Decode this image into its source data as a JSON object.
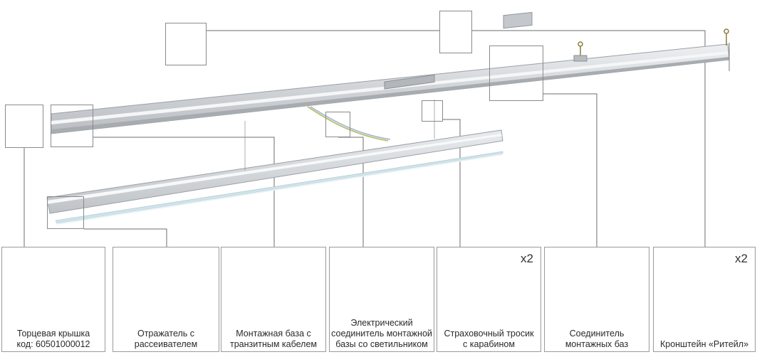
{
  "diagram": {
    "components": [
      {
        "id": "end-cap",
        "label_line1": "Торцевая крышка",
        "label_line2": "код: 60501000012",
        "qty": ""
      },
      {
        "id": "reflector",
        "label_line1": "Отражатель с",
        "label_line2": "рассеивателем",
        "qty": ""
      },
      {
        "id": "mounting-base",
        "label_line1": "Монтажная база с",
        "label_line2": "транзитным кабелем",
        "qty": ""
      },
      {
        "id": "electric-connector",
        "label_line1": "Электрический",
        "label_line2": "соединитель монтажной",
        "label_line3": "базы со светильником",
        "qty": ""
      },
      {
        "id": "safety-cable",
        "label_line1": "Страховочный тросик",
        "label_line2": "с карабином",
        "qty": "x2"
      },
      {
        "id": "base-connector",
        "label_line1": "Соединитель",
        "label_line2": "монтажных баз",
        "qty": ""
      },
      {
        "id": "bracket",
        "label_line1": "Кронштейн «Ритейл»",
        "label_line2": "",
        "qty": "x2"
      }
    ]
  },
  "colors": {
    "profile": "#d7d9dc",
    "profile_dark": "#a9adb2",
    "line": "#6e6e6e",
    "panel_border": "#9a9a9a",
    "text": "#2a2a2a"
  }
}
